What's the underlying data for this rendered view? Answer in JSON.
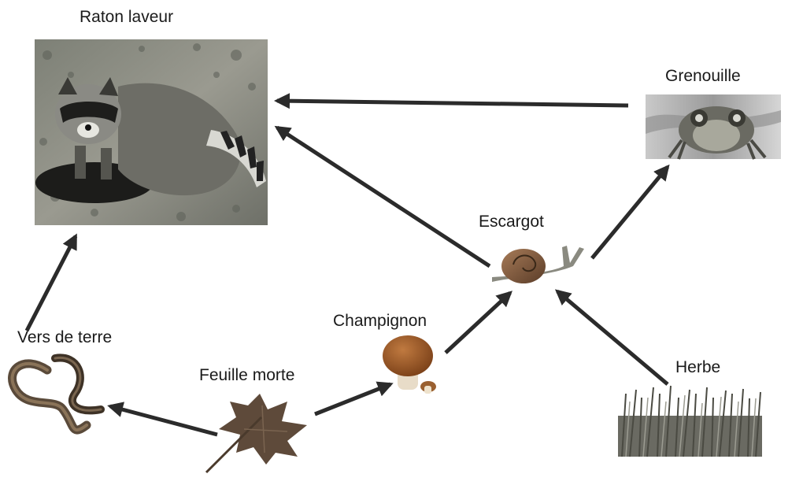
{
  "organisms": {
    "raton": "Raton laveur",
    "grenouille": "Grenouille",
    "escargot": "Escargot",
    "champignon": "Champignon",
    "vers": "Vers de terre",
    "feuille": "Feuille morte",
    "herbe": "Herbe"
  },
  "arrows": [
    {
      "from": "grenouille",
      "to": "raton"
    },
    {
      "from": "escargot",
      "to": "raton"
    },
    {
      "from": "vers",
      "to": "raton"
    },
    {
      "from": "escargot",
      "to": "grenouille"
    },
    {
      "from": "champignon",
      "to": "escargot"
    },
    {
      "from": "herbe",
      "to": "escargot"
    },
    {
      "from": "feuille",
      "to": "champignon"
    },
    {
      "from": "feuille",
      "to": "vers"
    }
  ],
  "colors": {
    "arrow": "#2b2b2b",
    "text": "#1a1a1a"
  },
  "icons": {
    "raton": "raccoon-photo",
    "grenouille": "frog-photo",
    "escargot": "snail-icon",
    "champignon": "mushroom-icon",
    "vers": "earthworm-icon",
    "feuille": "maple-leaf-icon",
    "herbe": "grass-icon"
  }
}
